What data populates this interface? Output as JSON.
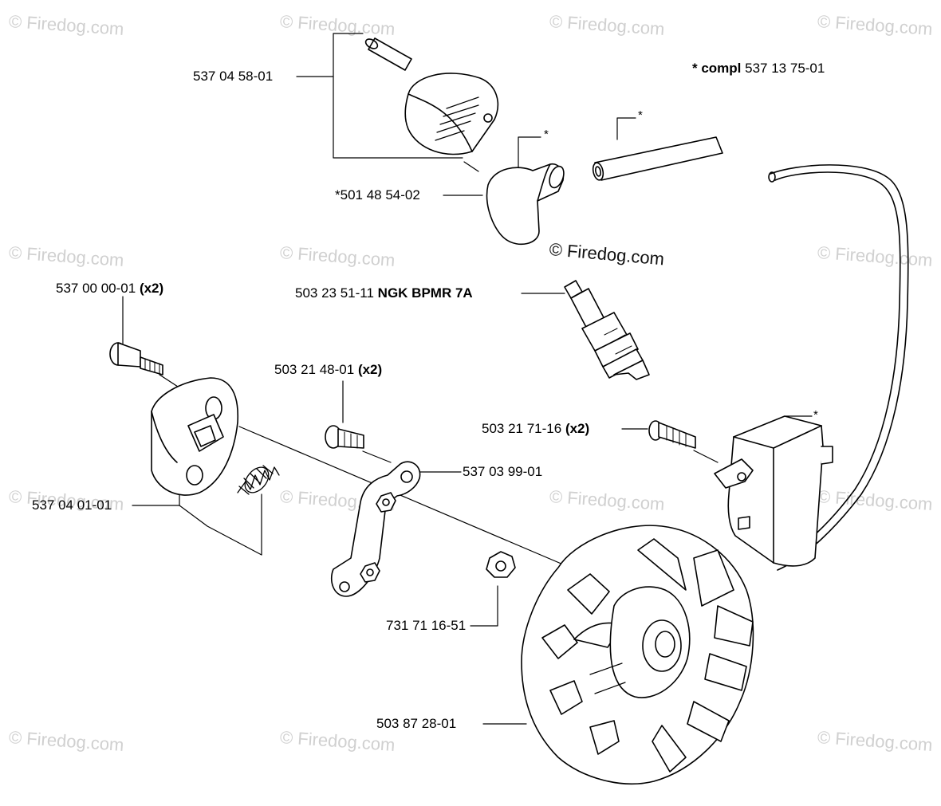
{
  "watermark": "© Firedog.com",
  "center_watermark": "© Firedog.com",
  "compl_note": {
    "prefix": "* compl",
    "part": "537 13 75-01"
  },
  "asterisk": "*",
  "parts": {
    "spark_boot_cover": {
      "number": "537 04 58-01",
      "qty": ""
    },
    "spark_boot": {
      "number": "*501 48 54-02",
      "qty": ""
    },
    "spark_plug": {
      "number": "503 23 51-11",
      "qty": "NGK BPMR 7A"
    },
    "screw_a": {
      "number": "537 00 00-01",
      "qty": "(x2)"
    },
    "screw_b": {
      "number": "503 21 48-01",
      "qty": "(x2)"
    },
    "screw_c": {
      "number": "503 21 71-16",
      "qty": "(x2)"
    },
    "bracket": {
      "number": "537 03 99-01",
      "qty": ""
    },
    "clutch": {
      "number": "537 04 01-01",
      "qty": ""
    },
    "nut": {
      "number": "731 71 16-51",
      "qty": ""
    },
    "flywheel": {
      "number": "503 87 28-01",
      "qty": ""
    }
  }
}
